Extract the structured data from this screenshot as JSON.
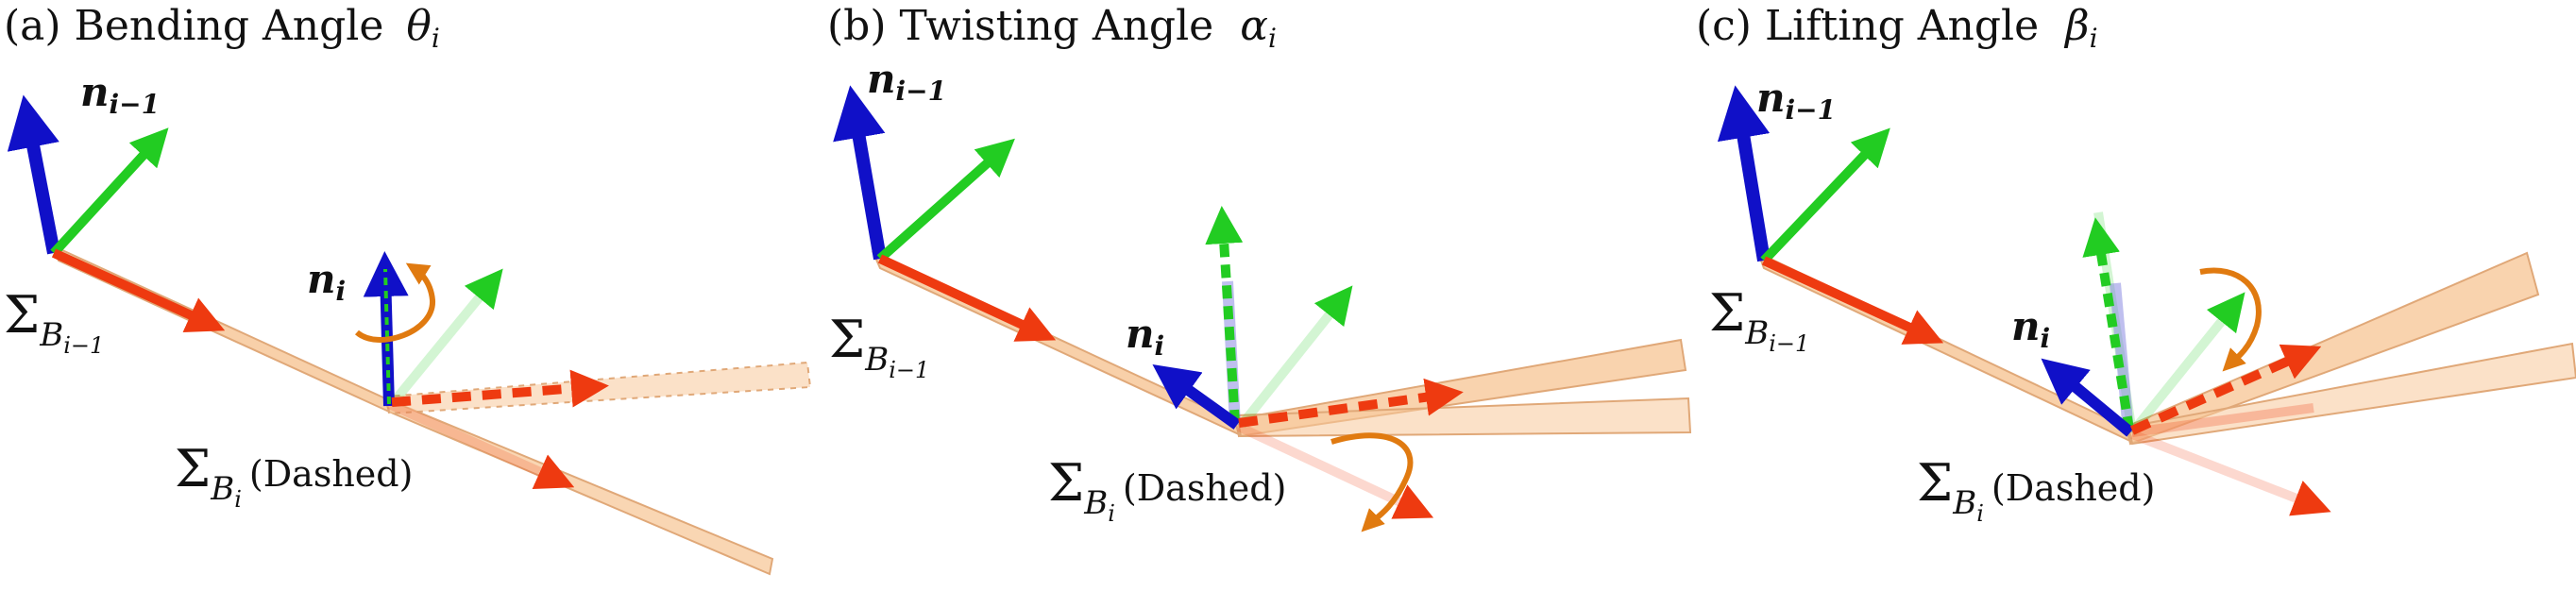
{
  "panels": [
    {
      "title_prefix": "(a) Bending Angle",
      "angle_symbol": "θ",
      "angle_sub": "i",
      "n_prev_label": "n",
      "n_prev_sub": "i−1",
      "n_i_label": "n",
      "n_i_sub": "i",
      "frame_prev_sigma": "Σ",
      "frame_prev_sub": "B",
      "frame_prev_subsub": "i−1",
      "frame_i_sigma": "Σ",
      "frame_i_sub": "B",
      "frame_i_subsub": "i",
      "frame_i_note": "(Dashed)"
    },
    {
      "title_prefix": "(b) Twisting Angle",
      "angle_symbol": "α",
      "angle_sub": "i",
      "n_prev_label": "n",
      "n_prev_sub": "i−1",
      "n_i_label": "n",
      "n_i_sub": "i",
      "frame_prev_sigma": "Σ",
      "frame_prev_sub": "B",
      "frame_prev_subsub": "i−1",
      "frame_i_sigma": "Σ",
      "frame_i_sub": "B",
      "frame_i_subsub": "i",
      "frame_i_note": "(Dashed)"
    },
    {
      "title_prefix": "(c) Lifting Angle",
      "angle_symbol": "β",
      "angle_sub": "i",
      "n_prev_label": "n",
      "n_prev_sub": "i−1",
      "n_i_label": "n",
      "n_i_sub": "i",
      "frame_prev_sigma": "Σ",
      "frame_prev_sub": "B",
      "frame_prev_subsub": "i−1",
      "frame_i_sigma": "Σ",
      "frame_i_sub": "B",
      "frame_i_subsub": "i",
      "frame_i_note": "(Dashed)"
    }
  ],
  "colors": {
    "blue_axis": "#1010c8",
    "green_axis": "#22cc22",
    "red_axis": "#ee3a10",
    "rod": "#f7c89a",
    "rod_edge": "#e0a878",
    "rotation_arrow": "#e07a10"
  }
}
